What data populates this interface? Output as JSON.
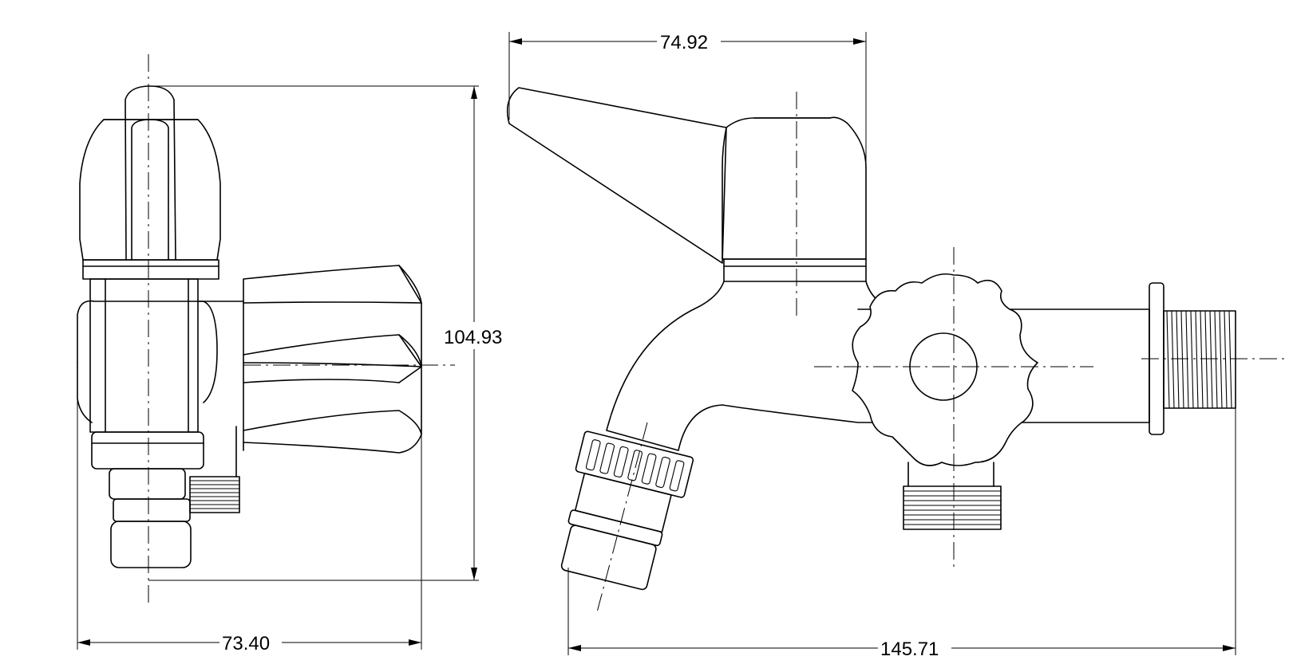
{
  "drawing": {
    "dimensions": {
      "side_view_height": "104.93",
      "side_view_width": "73.40",
      "front_view_lever_width": "74.92",
      "front_view_total_length": "145.71"
    }
  }
}
